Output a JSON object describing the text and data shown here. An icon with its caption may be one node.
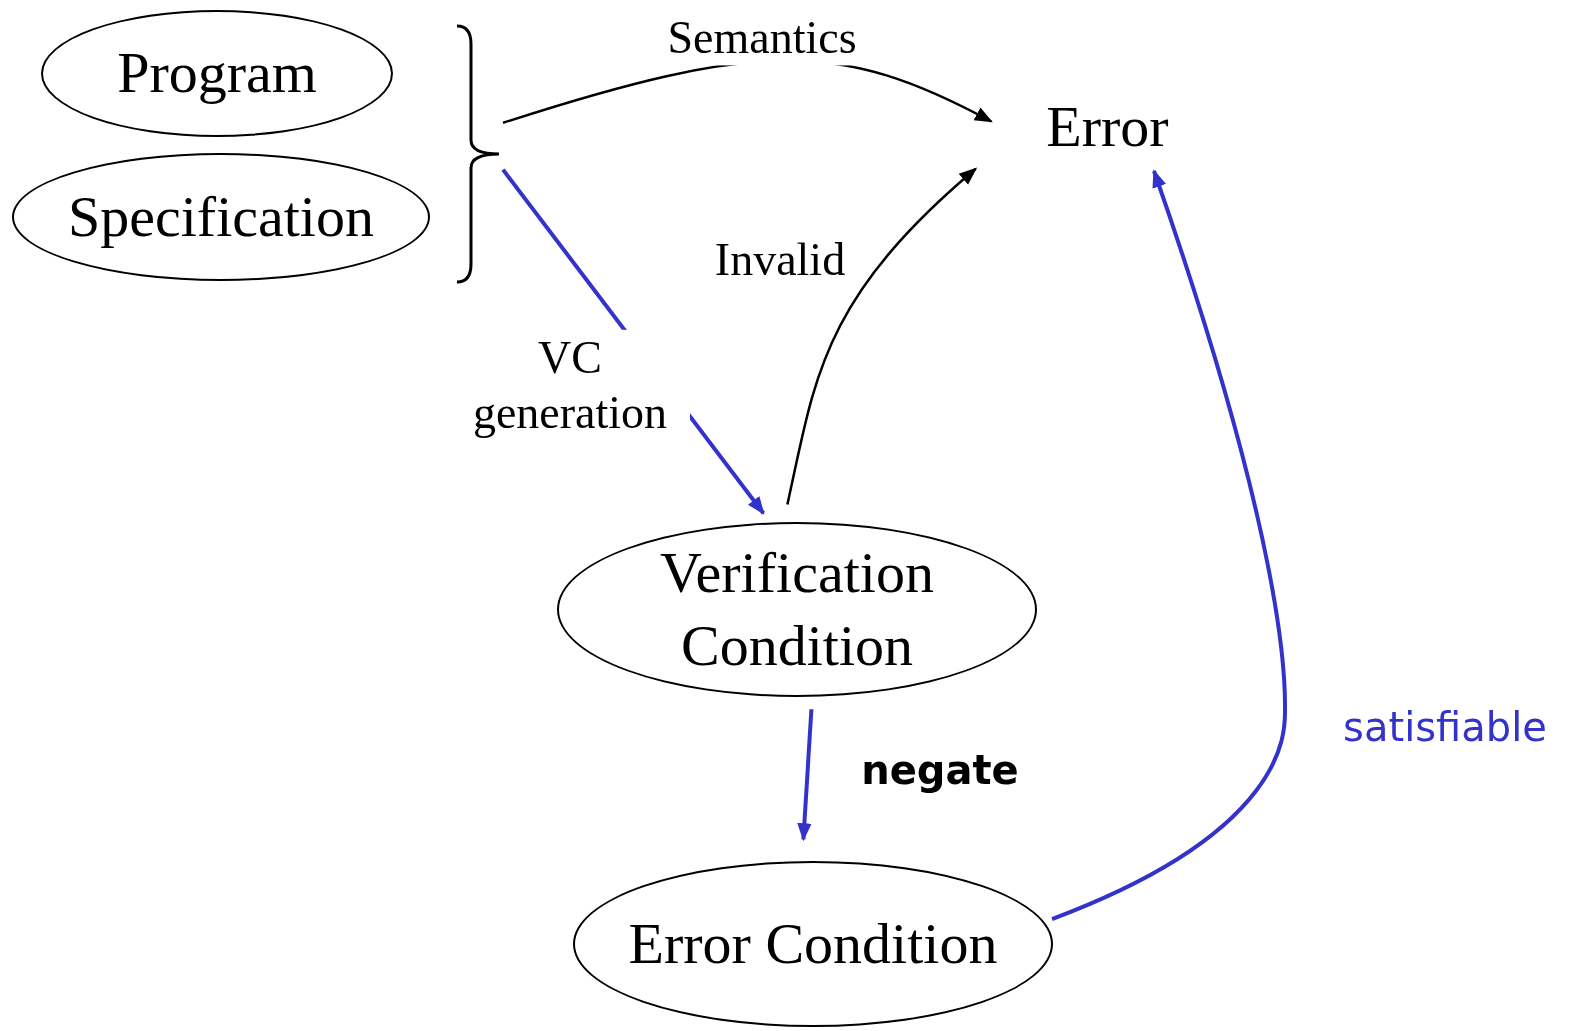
{
  "diagram": {
    "nodes": [
      {
        "text": [
          "Program"
        ]
      },
      {
        "text": [
          "Specification"
        ]
      },
      {
        "text": [],
        "shape": "brace"
      },
      {
        "text": [
          "Error"
        ]
      },
      {
        "text": [
          "Verification Condition"
        ]
      },
      {
        "text": [
          "Error Condition"
        ]
      }
    ],
    "edges": [
      {
        "from": 2,
        "to": 3,
        "arrow": "to",
        "label": "Semantics",
        "color": "#000000"
      },
      {
        "from": 2,
        "to": 4,
        "arrow": "to",
        "label": "VC generation"
      },
      {
        "from": 4,
        "to": 3,
        "arrow": "to",
        "label": "Invalid",
        "color": "#000000"
      },
      {
        "from": 4,
        "to": 5,
        "arrow": "to",
        "label": "negate"
      },
      {
        "from": 5,
        "to": 3,
        "arrow": "to",
        "label": "satisfiable"
      }
    ]
  }
}
